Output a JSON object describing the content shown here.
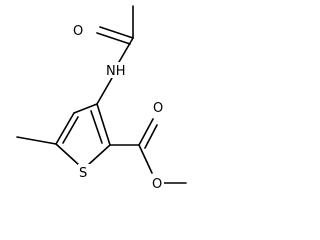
{
  "molecule": {
    "atoms": {
      "o_carbonyl_acetyl": "O",
      "n_amide": "NH",
      "s_ring": "S",
      "o_carbonyl_ester": "O",
      "o_ester": "O"
    },
    "colors": {
      "bond": "#000000",
      "label": "#000000",
      "background": "#ffffff"
    }
  }
}
